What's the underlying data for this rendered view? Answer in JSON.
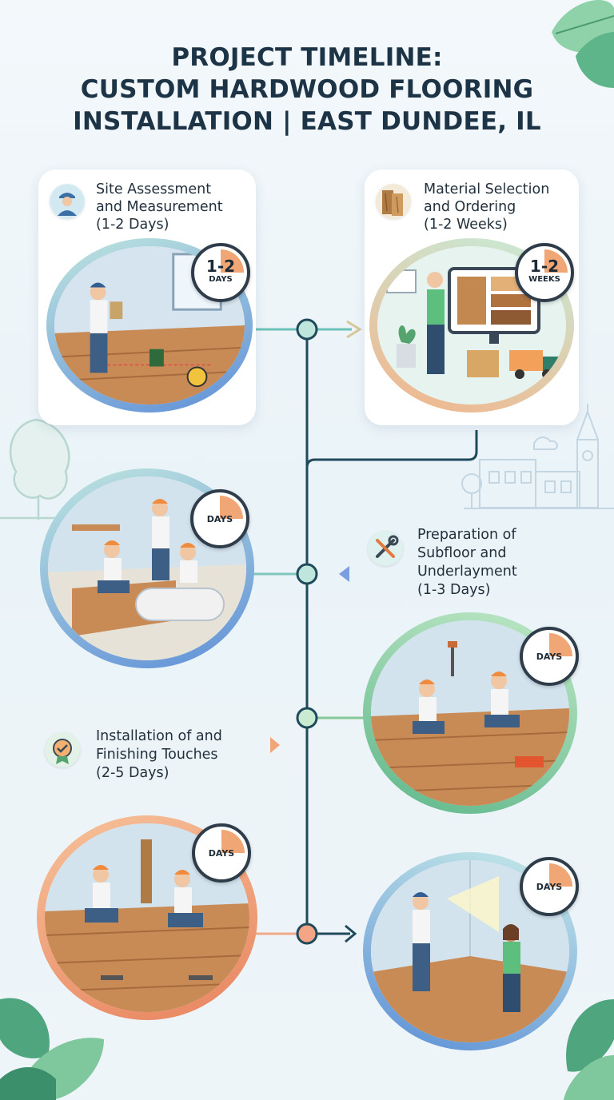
{
  "title": {
    "line1": "PROJECT TIMELINE:",
    "line2": "CUSTOM HARDWOOD FLOORING",
    "line3": "INSTALLATION | EAST DUNDEE, IL"
  },
  "steps": [
    {
      "id": "site-assessment",
      "label_lines": [
        "Site Assessment",
        "and Measurement",
        "(1-2 Days)"
      ],
      "clock_value": "1-2",
      "clock_unit": "DAYS",
      "icon": "worker-avatar-icon"
    },
    {
      "id": "material-selection",
      "label_lines": [
        "Material Selection",
        "and Ordering",
        "(1-2 Weeks)"
      ],
      "clock_value": "1-2",
      "clock_unit": "WEEKS",
      "icon": "wood-samples-icon"
    },
    {
      "id": "subfloor-preparation",
      "label_lines": [
        "Preparation of",
        "Subfloor and",
        "Underlayment",
        "(1-3 Days)"
      ],
      "clock_unit": "DAYS",
      "icon": "tools-icon"
    },
    {
      "id": "installation-finishing",
      "label_lines": [
        "Installation of and",
        "Finishing Touches",
        "(2-5 Days)"
      ],
      "clock_unit": "DAYS",
      "icon": "quality-badge-icon"
    },
    {
      "id": "plank-installation",
      "clock_unit": "DAYS"
    },
    {
      "id": "final-inspection",
      "clock_unit": "DAYS"
    }
  ],
  "colors": {
    "title": "#1d3447",
    "timeline_line": "#1f4a5c",
    "node_teal": "#3f9e8e",
    "node_orange": "#e98a62",
    "accent_orange": "#f0a070",
    "accent_blue": "#5b8fd6",
    "accent_green": "#7cc48c"
  }
}
